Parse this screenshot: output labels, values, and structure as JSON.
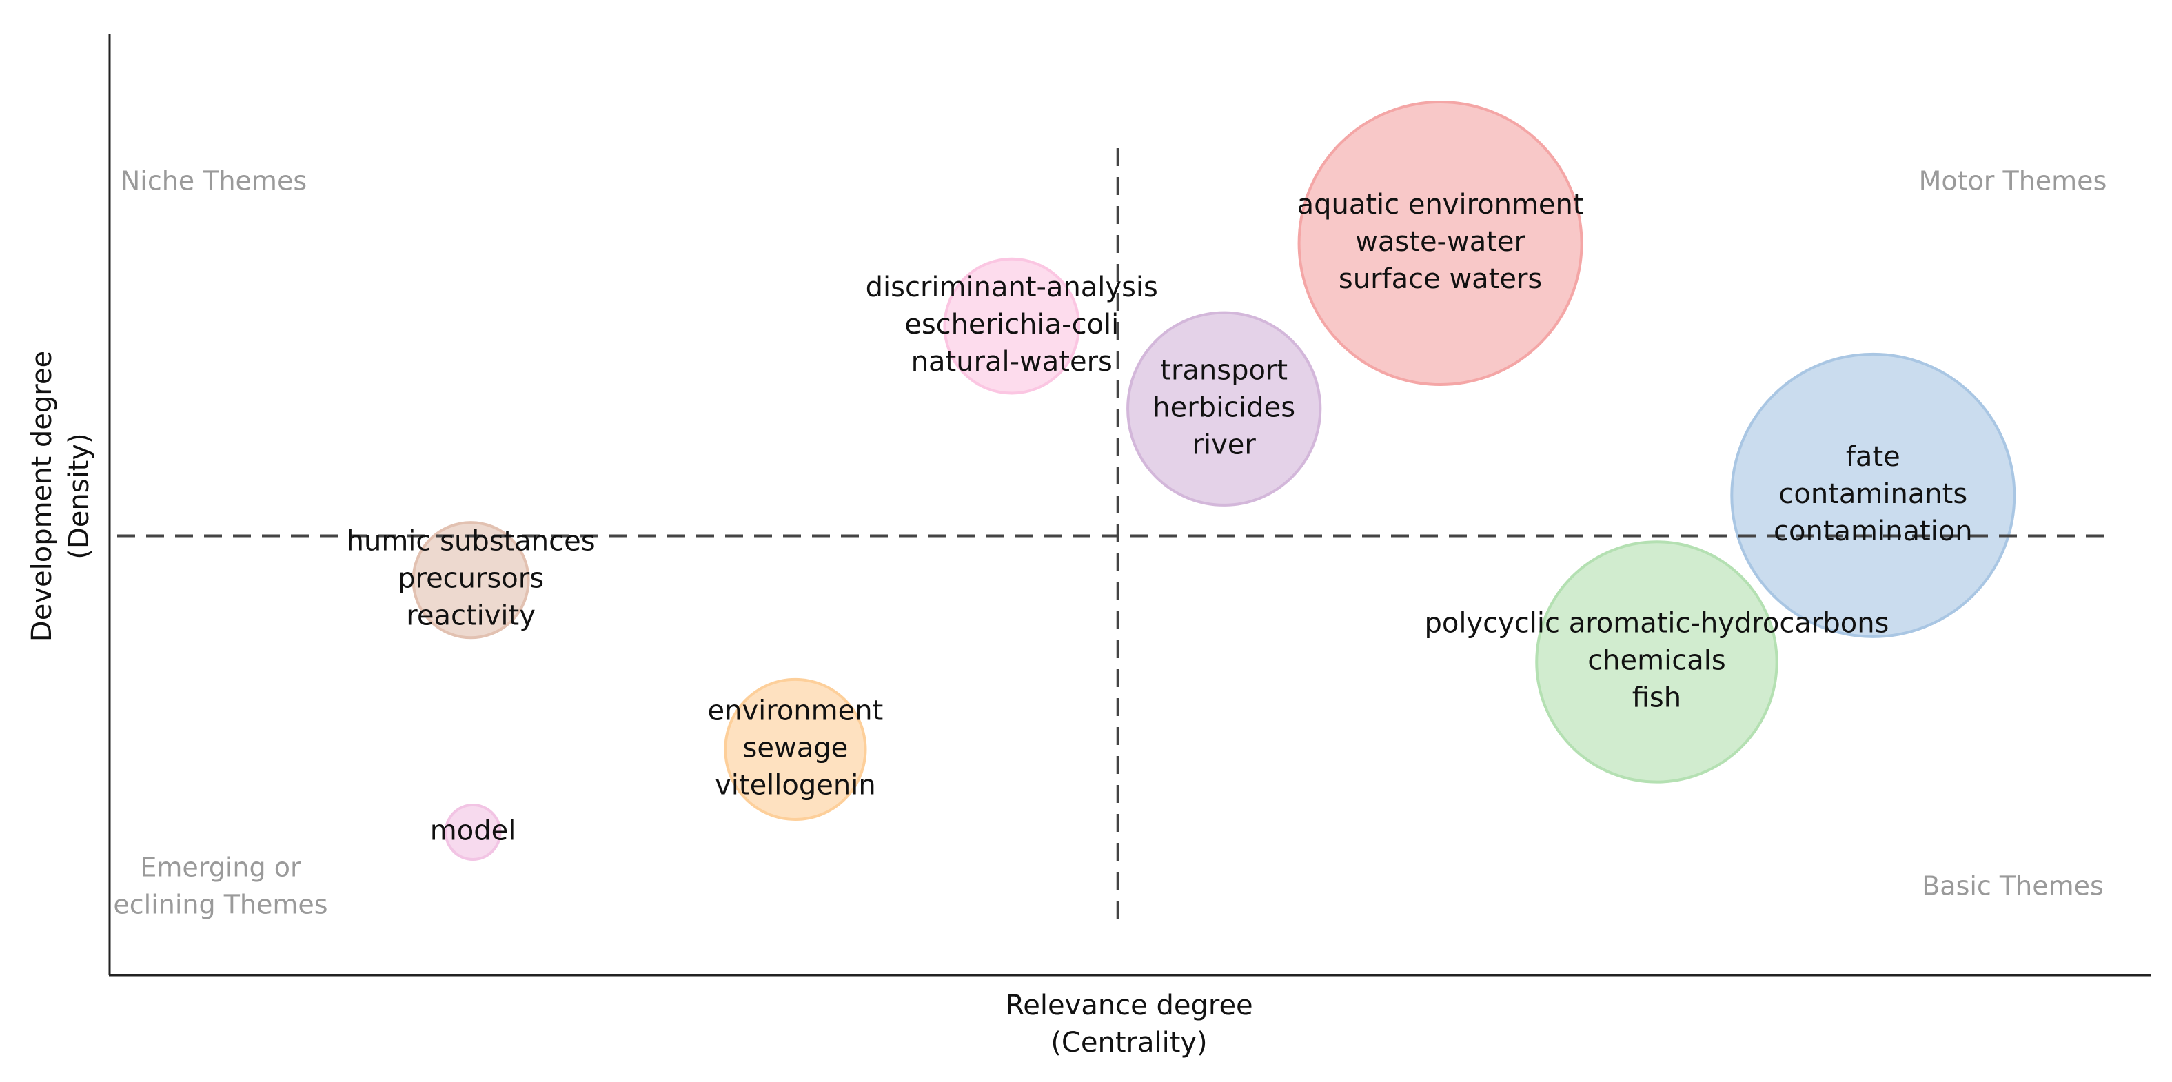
{
  "chart_data": {
    "type": "scatter",
    "xlabel": [
      "Relevance degree",
      "(Centrality)"
    ],
    "ylabel": [
      "Development degree",
      "(Density)"
    ],
    "grid": false,
    "xlim": [
      0,
      1
    ],
    "ylim": [
      0,
      1
    ],
    "reference_lines": {
      "x": 0.494,
      "y": 0.467
    },
    "quadrants": [
      {
        "name": "quadrant-niche",
        "lines": [
          "Niche Themes"
        ]
      },
      {
        "name": "quadrant-motor",
        "lines": [
          "Motor Themes"
        ]
      },
      {
        "name": "quadrant-emerging",
        "lines": [
          "Emerging or",
          "eclining Themes"
        ]
      },
      {
        "name": "quadrant-basic",
        "lines": [
          "Basic Themes"
        ]
      }
    ],
    "clusters": [
      {
        "labels": [
          "aquatic environment",
          "waste-water",
          "surface waters"
        ],
        "x": 0.652,
        "y": 0.778,
        "size": 1.0,
        "color": "#f4a6a6"
      },
      {
        "labels": [
          "fate",
          "contaminants",
          "contamination"
        ],
        "x": 0.864,
        "y": 0.51,
        "size": 1.0,
        "color": "#a9c6e3"
      },
      {
        "labels": [
          "polycyclic aromatic-hydrocarbons",
          "chemicals",
          "fish"
        ],
        "x": 0.758,
        "y": 0.333,
        "size": 0.72,
        "color": "#b4e0b2"
      },
      {
        "labels": [
          "transport",
          "herbicides",
          "river"
        ],
        "x": 0.546,
        "y": 0.602,
        "size": 0.46,
        "color": "#d3b7da"
      },
      {
        "labels": [
          "discriminant-analysis",
          "escherichia-coli",
          "natural-waters"
        ],
        "x": 0.442,
        "y": 0.69,
        "size": 0.22,
        "color": "#fbc6e2"
      },
      {
        "labels": [
          "humic substances",
          "precursors",
          "reactivity"
        ],
        "x": 0.177,
        "y": 0.42,
        "size": 0.16,
        "color": "#e2c1b1"
      },
      {
        "labels": [
          "environment",
          "sewage",
          "vitellogenin"
        ],
        "x": 0.336,
        "y": 0.24,
        "size": 0.24,
        "color": "#fdcf9a"
      },
      {
        "labels": [
          "model"
        ],
        "x": 0.178,
        "y": 0.152,
        "size": 0.03,
        "color": "#f2c4e4"
      }
    ]
  }
}
